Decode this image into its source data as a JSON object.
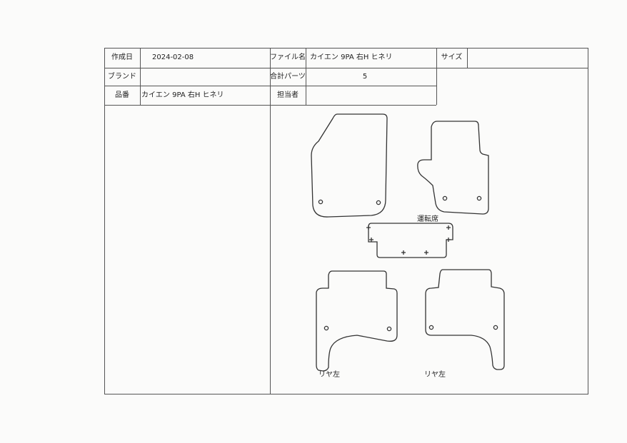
{
  "header": {
    "date_label": "作成日",
    "date_value": "2024-02-08",
    "file_label": "ファイル名",
    "file_value": "カイエン 9PA 右H ヒネリ",
    "size_label": "サイズ",
    "size_value": "",
    "brand_label": "ブランド",
    "brand_value": "",
    "total_parts_label": "合計パーツ",
    "total_parts_value": "5",
    "product_label": "品番",
    "product_value": "カイエン 9PA 右H ヒネリ",
    "person_label": "担当者",
    "person_value": ""
  },
  "parts": {
    "driver_label": "運転席",
    "rear_left_label": "リヤ左",
    "rear_right_label": "リヤ左"
  },
  "colors": {
    "line": "#555555",
    "paper": "#fbfbfa"
  }
}
